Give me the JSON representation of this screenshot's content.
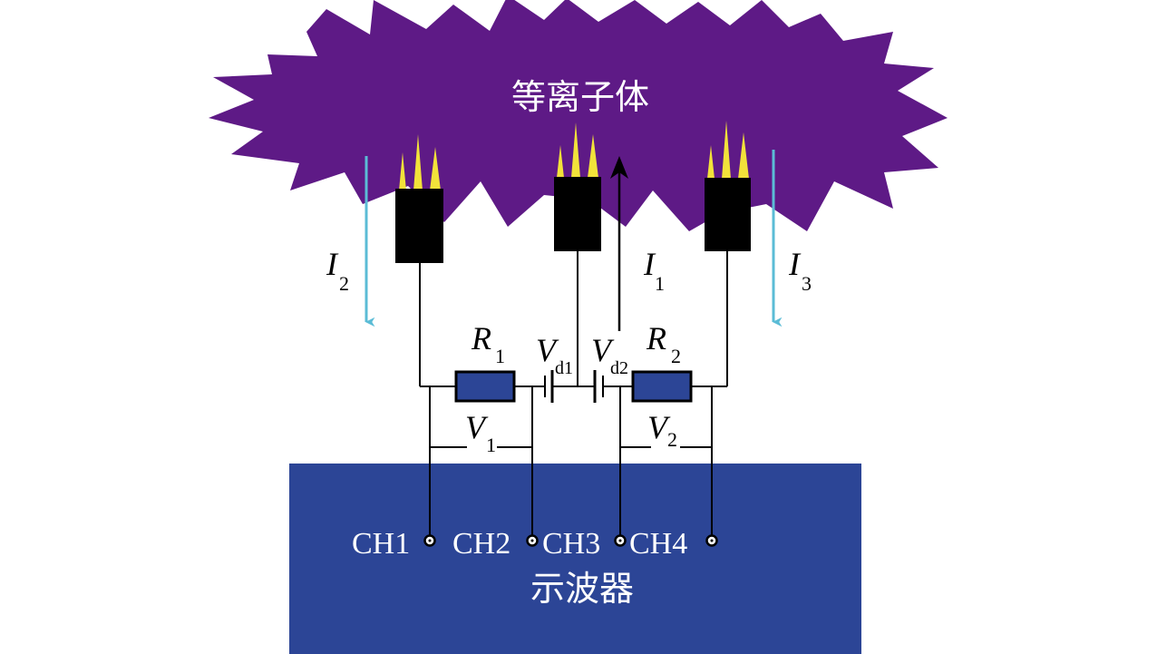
{
  "plasma": {
    "label": "等离子体",
    "color": "#5e1a86"
  },
  "scope": {
    "label": "示波器",
    "color": "#2c4596"
  },
  "currents": [
    {
      "symbol": "I",
      "sub": "2",
      "arrow_color": "#5bbcd6"
    },
    {
      "symbol": "I",
      "sub": "1",
      "arrow_color": "#000000"
    },
    {
      "symbol": "I",
      "sub": "3",
      "arrow_color": "#5bbcd6"
    }
  ],
  "resistors": [
    {
      "symbol": "R",
      "sub": "1"
    },
    {
      "symbol": "R",
      "sub": "2"
    }
  ],
  "sources": [
    {
      "symbol": "V",
      "sub": "d1"
    },
    {
      "symbol": "V",
      "sub": "d2"
    }
  ],
  "voltages": [
    {
      "symbol": "V",
      "sub": "1"
    },
    {
      "symbol": "V",
      "sub": "2"
    }
  ],
  "channels": [
    "CH1",
    "CH2",
    "CH3",
    "CH4"
  ],
  "colors": {
    "resistor": "#2c4596",
    "probe": "#000000",
    "probe_tip": "#f2e23a"
  }
}
